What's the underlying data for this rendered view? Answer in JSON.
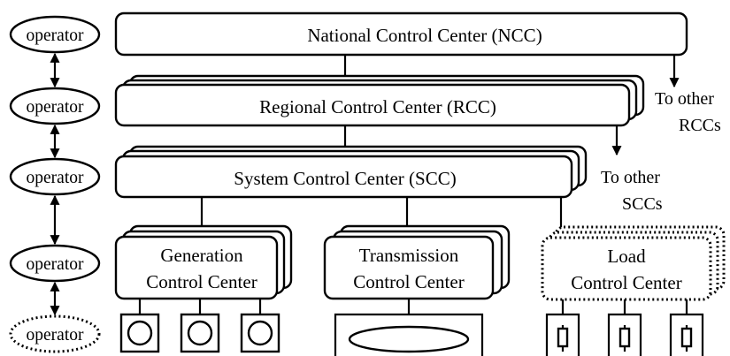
{
  "operators": [
    {
      "label": "operator"
    },
    {
      "label": "operator"
    },
    {
      "label": "operator"
    },
    {
      "label": "operator"
    },
    {
      "label": "operator",
      "style": "dotted"
    }
  ],
  "centers": {
    "ncc": "National Control Center (NCC)",
    "rcc": "Regional Control Center (RCC)",
    "scc": "System Control Center (SCC)",
    "generation": {
      "line1": "Generation",
      "line2": "Control Center"
    },
    "transmission": {
      "line1": "Transmission",
      "line2": "Control Center"
    },
    "load": {
      "line1": "Load",
      "line2": "Control Center"
    }
  },
  "side_notes": {
    "rccs": {
      "line1": "To other",
      "line2": "RCCs"
    },
    "sccs": {
      "line1": "To other",
      "line2": "SCCs"
    }
  },
  "colors": {
    "stroke": "#000000",
    "fill": "#ffffff"
  },
  "icons": {
    "generator": "circle-in-square",
    "transmission": "ellipse-in-box",
    "load": "resistor"
  }
}
